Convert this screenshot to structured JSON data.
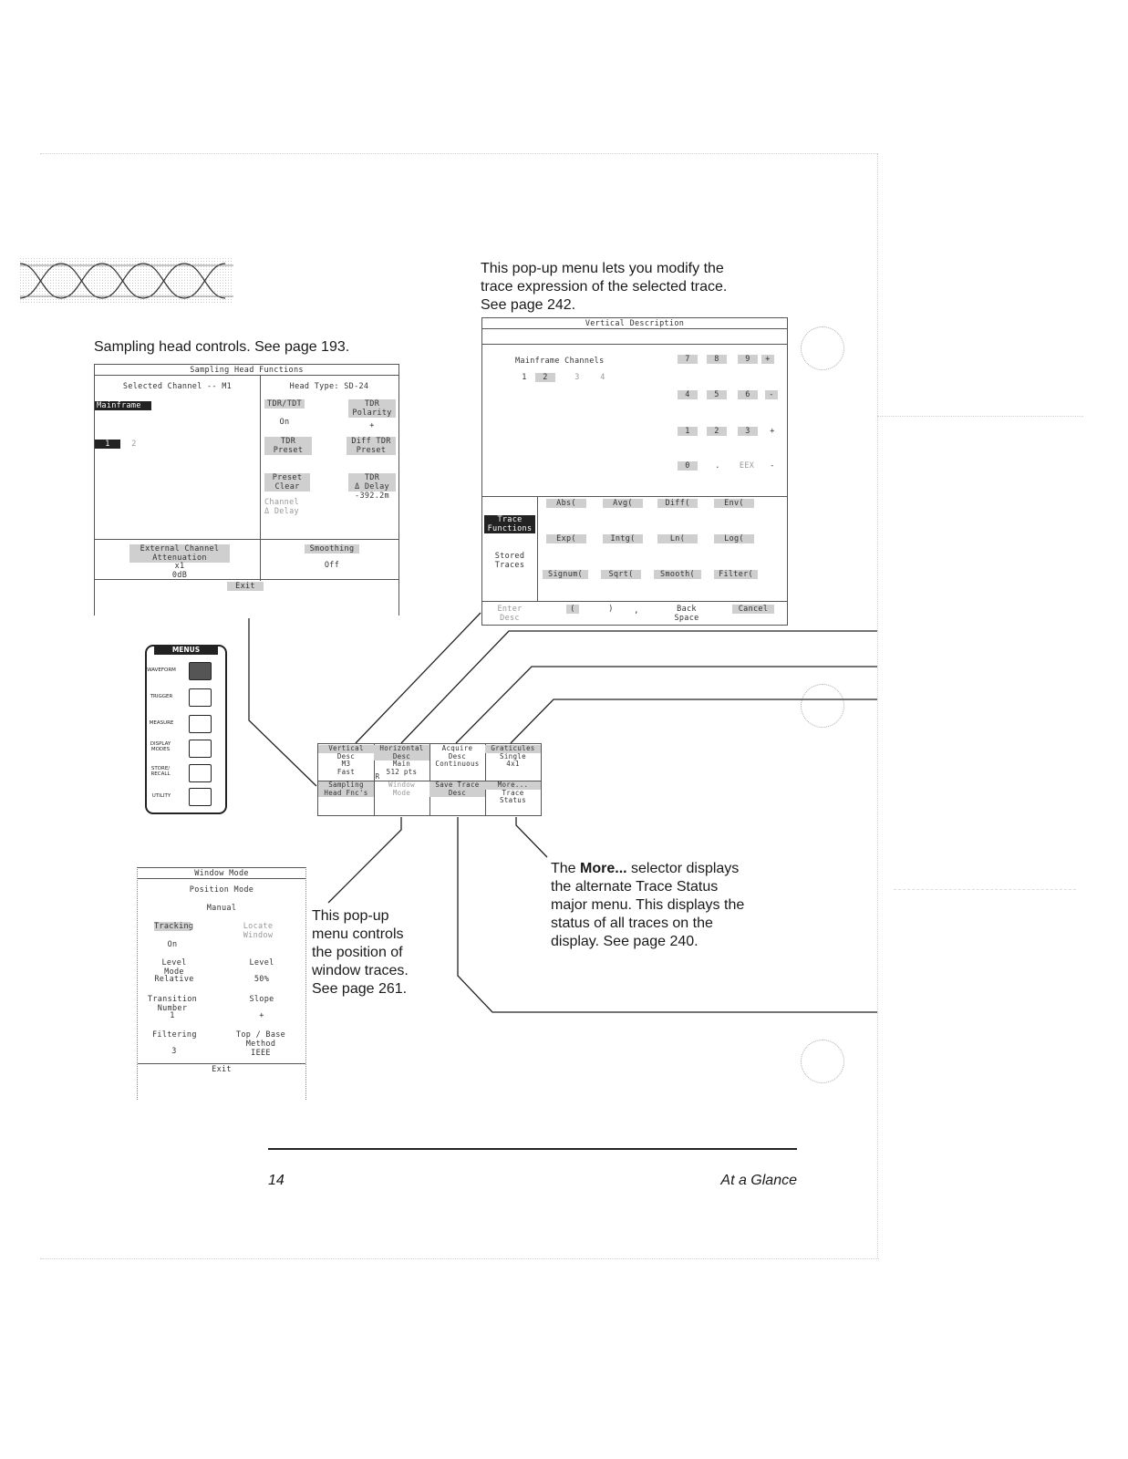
{
  "captions": {
    "trace_expression": [
      "This pop-up menu lets you modify the",
      "trace expression of the selected trace.",
      "See page 242."
    ],
    "sampling_head": "Sampling head controls. See page 193.",
    "window_mode": [
      "This pop-up",
      "menu controls",
      "the position of",
      "window traces.",
      "See page 261."
    ],
    "more_selector_bold": "More...",
    "more_selector": [
      " selector displays",
      "the alternate Trace Status",
      "major menu. This displays the",
      "status of all traces on the",
      "display. See page 240."
    ],
    "more_selector_first_prefix": "The "
  },
  "sampling_head_menu": {
    "title": "Sampling Head Functions",
    "selected_channel": "Selected Channel -- M1",
    "head_type": "Head Type: SD-24",
    "mainframe": "Mainframe",
    "ch1": "1",
    "ch2": "2",
    "tdr_tdt": "TDR/TDT",
    "tdr_tdt_val": "On",
    "tdr_polarity": [
      "TDR",
      "Polarity"
    ],
    "tdr_polarity_val": "+",
    "tdr_preset": [
      "TDR",
      "Preset"
    ],
    "diff_tdr_preset": [
      "Diff TDR",
      "Preset"
    ],
    "preset_clear": [
      "Preset",
      "Clear"
    ],
    "tdr_delay": [
      "TDR",
      "Δ Delay"
    ],
    "tdr_delay_val": "-392.2m",
    "channel_delay": [
      "Channel",
      "Δ Delay"
    ],
    "ext_atten": [
      "External Channel",
      "Attenuation"
    ],
    "ext_atten_val": [
      "x1",
      "0dB"
    ],
    "smoothing": "Smoothing",
    "smoothing_val": "Off",
    "exit": "Exit"
  },
  "vertical_desc_menu": {
    "title": "Vertical Description",
    "mainframe_channels": "Mainframe Channels",
    "channels": [
      "1",
      "2",
      "3",
      "4"
    ],
    "keypad": [
      [
        "7",
        "8",
        "9",
        "+"
      ],
      [
        "4",
        "5",
        "6",
        "-"
      ],
      [
        "1",
        "2",
        "3",
        "+"
      ],
      [
        "0",
        ".",
        "EEX",
        "-"
      ]
    ],
    "trace_functions": [
      "Trace",
      "Functions"
    ],
    "stored_traces": [
      "Stored",
      "Traces"
    ],
    "func_row1": [
      "Abs(",
      "Avg(",
      "Diff(",
      "Env("
    ],
    "func_row2": [
      "Exp(",
      "Intg(",
      "Ln(",
      "Log("
    ],
    "func_row3": [
      "Signum(",
      "Sqrt(",
      "Smooth(",
      "Filter("
    ],
    "enter_desc": [
      "Enter",
      "Desc"
    ],
    "paren_open": "(",
    "paren_close": ")",
    "comma": ",",
    "back_space": [
      "Back",
      "Space"
    ],
    "cancel": "Cancel"
  },
  "major_menu": {
    "vertical_desc": [
      "Vertical",
      "Desc",
      "M3",
      "Fast"
    ],
    "horizontal_desc": [
      "Horizontal",
      "Desc",
      "Main",
      "512 pts"
    ],
    "acquire_desc": [
      "Acquire",
      "Desc",
      "Continuous"
    ],
    "graticules": [
      "Graticules",
      "Single",
      "4x1"
    ],
    "sampling_head_fnc": [
      "Sampling",
      "Head Fnc's"
    ],
    "window_mode": [
      "Window",
      "Mode"
    ],
    "save_trace_desc": [
      "Save Trace",
      "Desc"
    ],
    "more_trace_status": [
      "More...",
      "Trace",
      "Status"
    ],
    "r_marker": "R"
  },
  "menus_panel": {
    "title": "MENUS",
    "keys": [
      "WAVEFORM",
      "TRIGGER",
      "MEASURE",
      "DISPLAY MODES",
      "STORE/ RECALL",
      "UTILITY"
    ]
  },
  "window_mode_menu": {
    "title": "Window Mode",
    "position_mode": "Position Mode",
    "position_mode_val": "Manual",
    "tracking": "Tracking",
    "tracking_val": "On",
    "locate_window": [
      "Locate",
      "Window"
    ],
    "level_mode": [
      "Level",
      "Mode"
    ],
    "level_mode_val": "Relative",
    "level": "Level",
    "level_val": "50%",
    "transition_number": [
      "Transition",
      "Number"
    ],
    "transition_val": "1",
    "slope": "Slope",
    "slope_val": "+",
    "filtering": "Filtering",
    "filtering_val": "3",
    "top_base": [
      "Top / Base",
      "Method"
    ],
    "top_base_val": "IEEE",
    "exit": "Exit"
  },
  "footer": {
    "page_number": "14",
    "section": "At a Glance"
  }
}
